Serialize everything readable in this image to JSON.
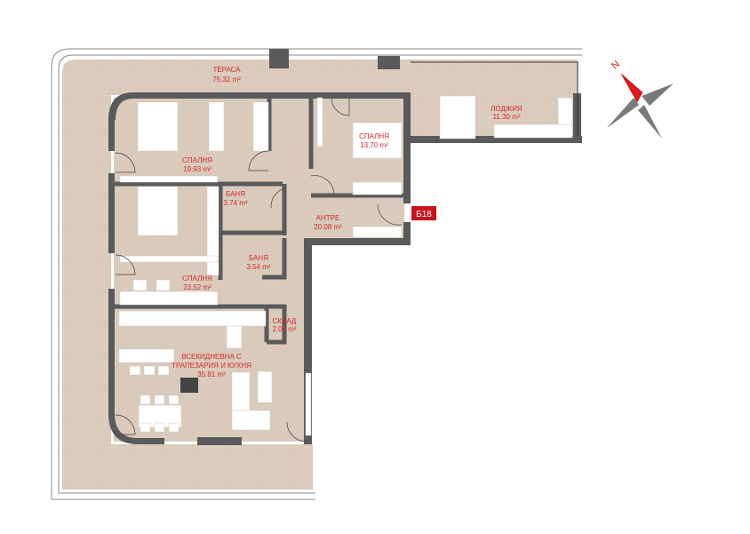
{
  "plan": {
    "unit_badge": "Б18",
    "rooms": {
      "terrace": {
        "name": "ТЕРАСА",
        "area": "75.32 m²"
      },
      "bedroom1": {
        "name": "СПАЛНЯ",
        "area": "19.93 m²"
      },
      "bedroom2": {
        "name": "СПАЛНЯ",
        "area": "13.70 m²"
      },
      "bedroom3": {
        "name": "СПАЛНЯ",
        "area": "23.52 m²"
      },
      "bath1": {
        "name": "БАНЯ",
        "area": "3.74 m²"
      },
      "bath2": {
        "name": "БАНЯ",
        "area": "3.54 m²"
      },
      "hall": {
        "name": "АНТРЕ",
        "area": "20.08 m²"
      },
      "storage": {
        "name": "СКЛАД",
        "area": "2.08 m²"
      },
      "living": {
        "name_line1": "ВСЕКИДНЕВНА С",
        "name_line2": "ТРАПЕЗАРИЯ И КУХНЯ",
        "area": "35.81 m²"
      },
      "loggia": {
        "name": "ЛОДЖИЯ",
        "area": "11.30 m²"
      }
    },
    "compass": {
      "north_label": "N",
      "icon": "compass-rose-icon"
    },
    "colors": {
      "floor": "#d9cabb",
      "wall": "#5a5a5a",
      "label": "#d42a2e",
      "north": "#e3161b"
    }
  }
}
